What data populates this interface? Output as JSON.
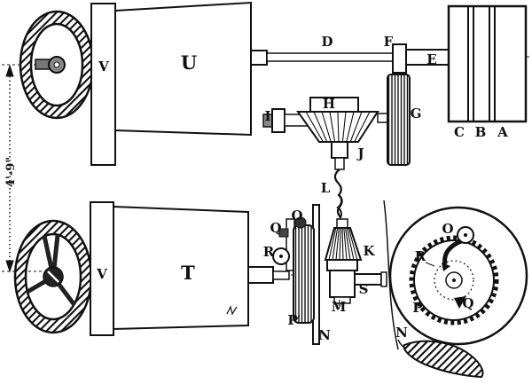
{
  "figure": {
    "dimension_label": "4'-9\"",
    "labels": {
      "A": "A",
      "B": "B",
      "C": "C",
      "D": "D",
      "E": "E",
      "F": "F",
      "G": "G",
      "H": "H",
      "I": "I",
      "J": "J",
      "K": "K",
      "L": "L",
      "M": "M",
      "N": "N",
      "O": "O",
      "P": "P",
      "Q": "Q",
      "R": "R",
      "S": "S",
      "T": "T",
      "U": "U",
      "V": "V"
    },
    "detail_labels": {
      "O": "O",
      "Q": "Q",
      "R": "R",
      "P": "P",
      "N": "N"
    },
    "ink_color": "#111111",
    "paper_color": "#ffffff"
  }
}
